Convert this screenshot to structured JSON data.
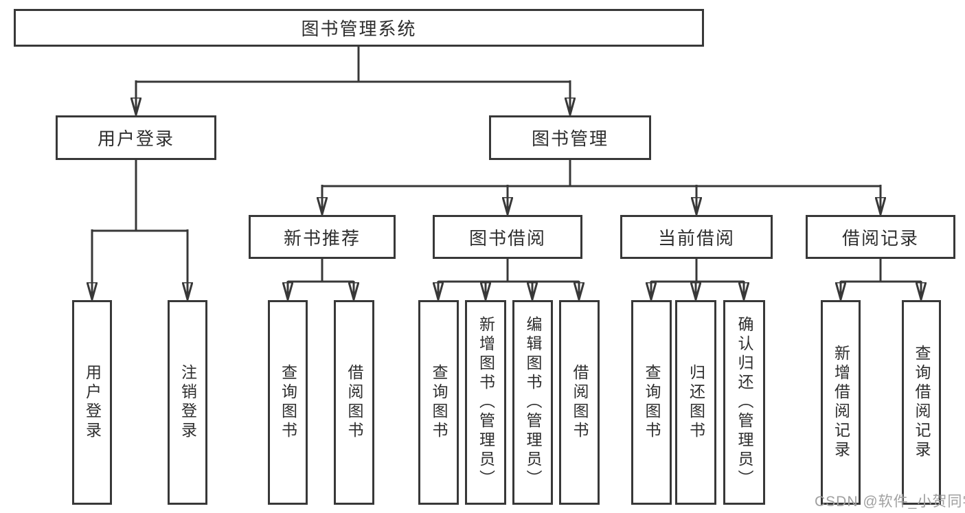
{
  "diagram": {
    "title": "图书管理系统",
    "level1": [
      {
        "label": "用户登录"
      },
      {
        "label": "图书管理"
      }
    ],
    "level2": [
      {
        "label": "新书推荐"
      },
      {
        "label": "图书借阅"
      },
      {
        "label": "当前借阅"
      },
      {
        "label": "借阅记录"
      }
    ],
    "leaves": [
      {
        "label": "用户登录"
      },
      {
        "label": "注销登录"
      },
      {
        "label": "查询图书"
      },
      {
        "label": "借阅图书"
      },
      {
        "label": "查询图书"
      },
      {
        "label": "新增图书（管理员）"
      },
      {
        "label": "编辑图书（管理员）"
      },
      {
        "label": "借阅图书"
      },
      {
        "label": "查询图书"
      },
      {
        "label": "归还图书"
      },
      {
        "label": "确认归还（管理员）"
      },
      {
        "label": "新增借阅记录"
      },
      {
        "label": "查询借阅记录"
      }
    ],
    "watermark": "CSDN @软件_小贺同学",
    "colors": {
      "line": "#383838",
      "text": "#2e2e2e",
      "watermark": "#a0a0a0",
      "background": "#ffffff"
    }
  }
}
